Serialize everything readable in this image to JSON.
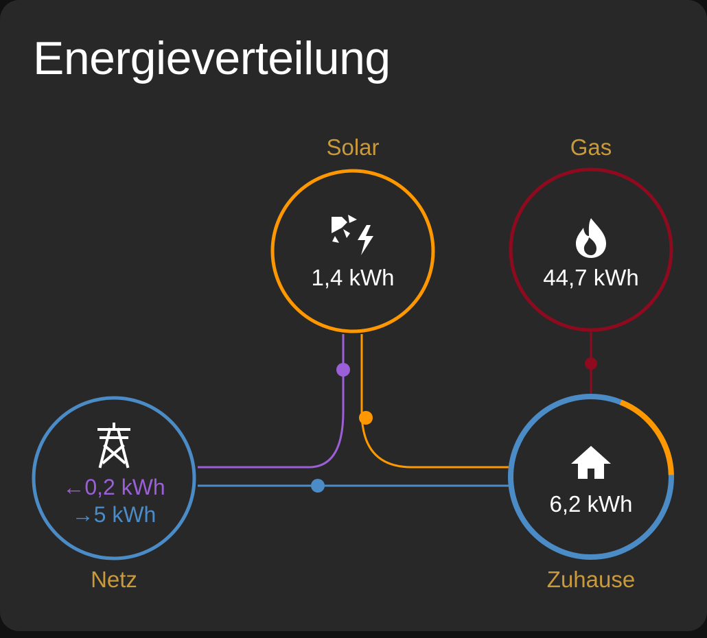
{
  "card": {
    "title": "Energieverteilung"
  },
  "nodes": {
    "solar": {
      "label": "Solar",
      "value": "1,4 kWh",
      "icon": "solar-power-icon",
      "color": "#ff9800"
    },
    "gas": {
      "label": "Gas",
      "value": "44,7 kWh",
      "icon": "fire-icon",
      "color": "#8e0b1f"
    },
    "grid": {
      "label": "Netz",
      "import_value": "←0,2 kWh",
      "export_value": "→5 kWh",
      "icon": "transmission-tower-icon",
      "color": "#4b8cc7"
    },
    "home": {
      "label": "Zuhause",
      "value": "6,2 kWh",
      "icon": "home-icon",
      "color": "#4b8cc7"
    }
  },
  "colors": {
    "label": "#c99a3b",
    "solar": "#ff9800",
    "gas": "#8e0b1f",
    "grid_export": "#4b8cc7",
    "grid_import": "#9b5fd8",
    "background": "#282828"
  }
}
